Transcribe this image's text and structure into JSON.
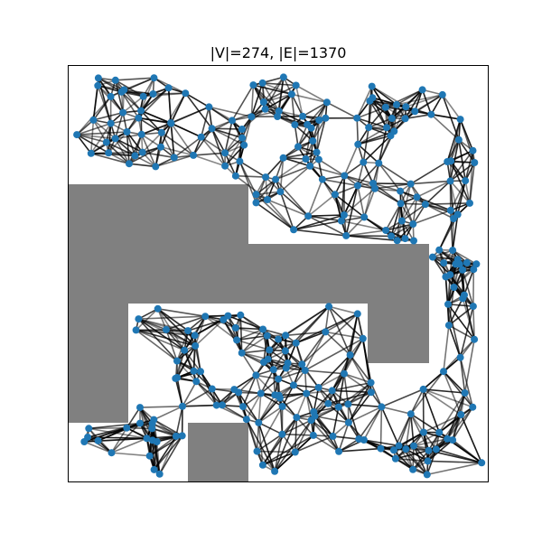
{
  "title": "|V|=274, |E|=1370",
  "graph": {
    "vertex_count": 274,
    "edge_count": 1370,
    "colors": {
      "vertex": "#1f77b4",
      "edge": "#000000",
      "obstacle": "#808080",
      "frame": "#000000",
      "background": "#ffffff"
    }
  }
}
